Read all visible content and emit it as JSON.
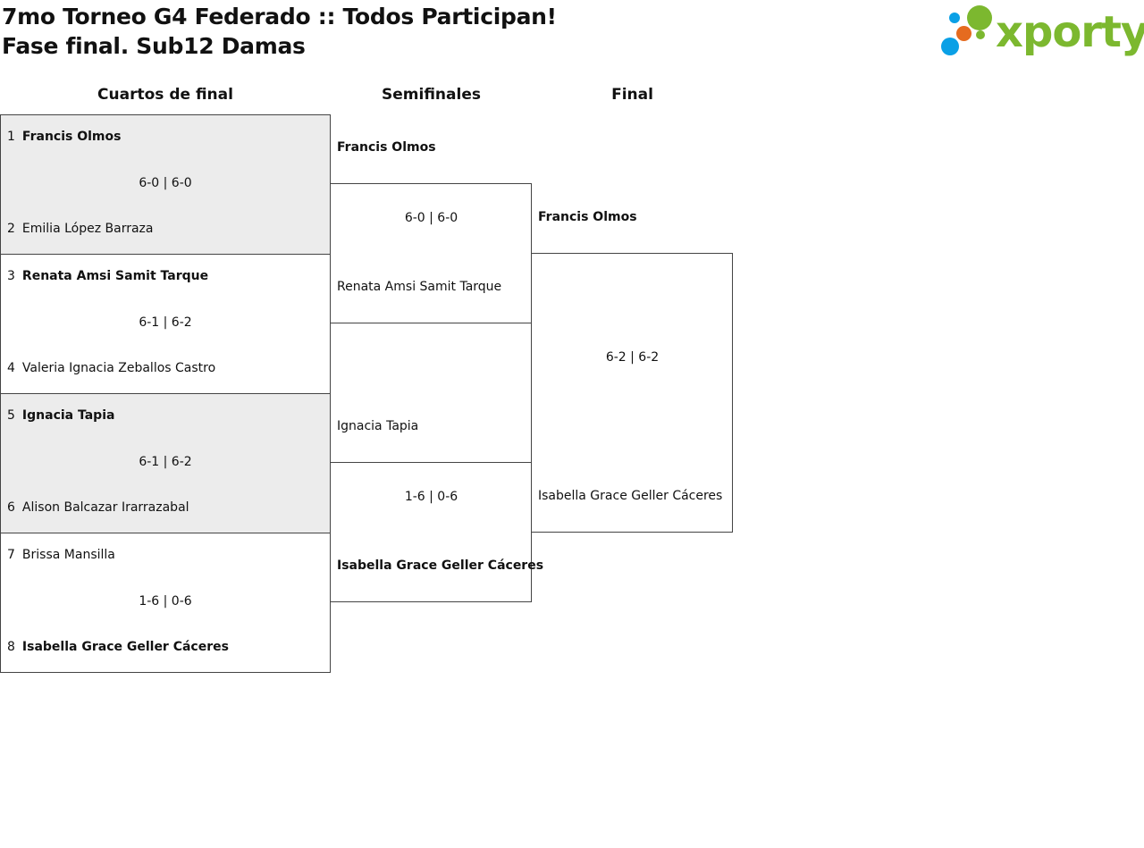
{
  "header": {
    "title": "7mo Torneo G4 Federado :: Todos Participan!",
    "subtitle": "Fase final. Sub12 Damas"
  },
  "logo": {
    "text": "xporty",
    "colors": [
      "#0aa0e6",
      "#7cb82f",
      "#e56b1f"
    ]
  },
  "rounds": {
    "qf": "Cuartos de final",
    "sf": "Semifinales",
    "f": "Final"
  },
  "quarterfinals": [
    {
      "top": {
        "seed": "1",
        "name": "Francis Olmos",
        "winner": true
      },
      "score": "6-0 | 6-0",
      "bottom": {
        "seed": "2",
        "name": "Emilia López Barraza",
        "winner": false
      },
      "shaded": true
    },
    {
      "top": {
        "seed": "3",
        "name": "Renata Amsi Samit Tarque",
        "winner": true
      },
      "score": "6-1 | 6-2",
      "bottom": {
        "seed": "4",
        "name": "Valeria Ignacia Zeballos Castro",
        "winner": false
      },
      "shaded": false
    },
    {
      "top": {
        "seed": "5",
        "name": "Ignacia Tapia",
        "winner": true
      },
      "score": "6-1 | 6-2",
      "bottom": {
        "seed": "6",
        "name": "Alison Balcazar Irarrazabal",
        "winner": false
      },
      "shaded": true
    },
    {
      "top": {
        "seed": "7",
        "name": "Brissa Mansilla",
        "winner": false
      },
      "score": "1-6 | 0-6",
      "bottom": {
        "seed": "8",
        "name": "Isabella Grace Geller Cáceres",
        "winner": true
      },
      "shaded": false
    }
  ],
  "semifinals": [
    {
      "top": {
        "name": "Francis Olmos",
        "winner": true
      },
      "score": "6-0 | 6-0",
      "bottom": {
        "name": "Renata Amsi Samit Tarque",
        "winner": false
      }
    },
    {
      "top": {
        "name": "Ignacia Tapia",
        "winner": false
      },
      "score": "1-6 | 0-6",
      "bottom": {
        "name": "Isabella Grace Geller Cáceres",
        "winner": true
      }
    }
  ],
  "final": {
    "top": {
      "name": "Francis Olmos",
      "winner": true
    },
    "score": "6-2 | 6-2",
    "bottom": {
      "name": "Isabella Grace Geller Cáceres",
      "winner": false
    }
  }
}
